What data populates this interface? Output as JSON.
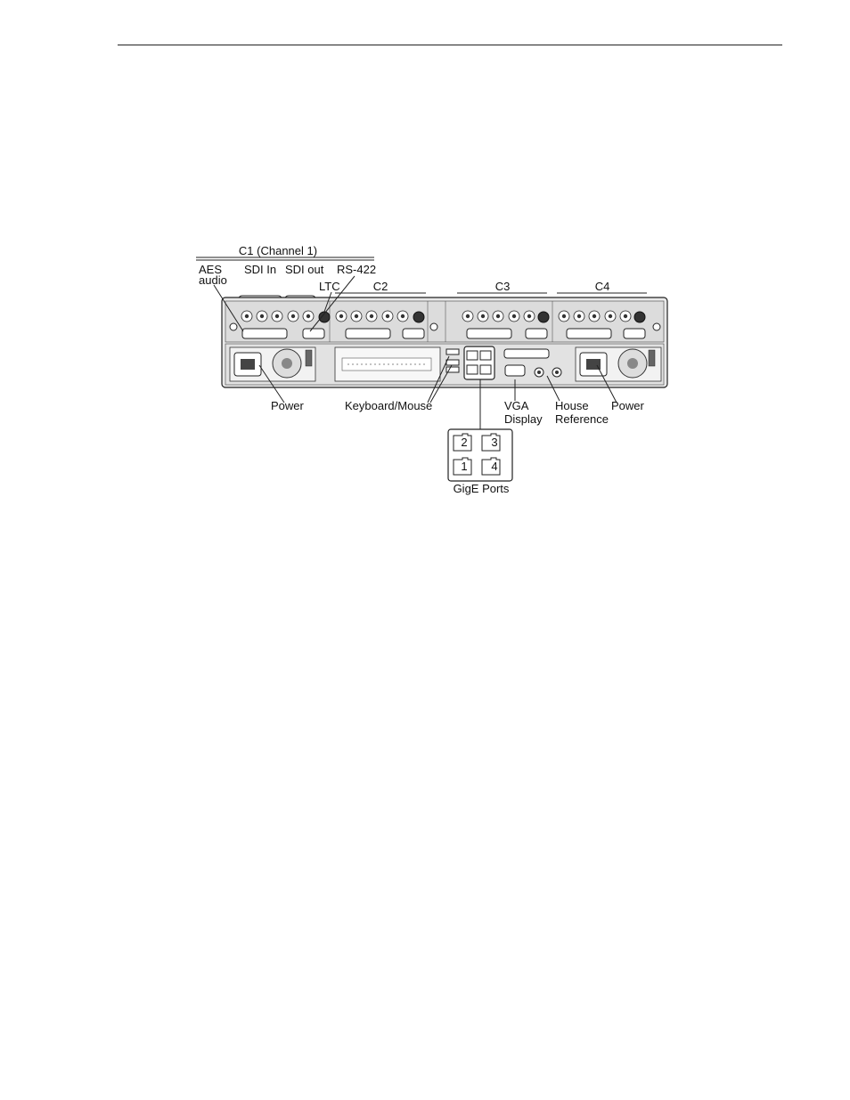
{
  "figure": {
    "group_label": "C1 (Channel 1)",
    "labels": {
      "aes_line1": "AES",
      "aes_line2": "audio",
      "sdi_in": "SDI In",
      "sdi_out": "SDI out",
      "rs422": "RS-422",
      "ltc": "LTC",
      "c2": "C2",
      "c3": "C3",
      "c4": "C4",
      "power_left": "Power",
      "keyboard_mouse": "Keyboard/Mouse",
      "vga_line1": "VGA",
      "vga_line2": "Display",
      "house_line1": "House",
      "house_line2": "Reference",
      "power_right": "Power",
      "gige_ports": "GigE Ports"
    },
    "gige_port_numbers": [
      "2",
      "3",
      "1",
      "4"
    ]
  }
}
